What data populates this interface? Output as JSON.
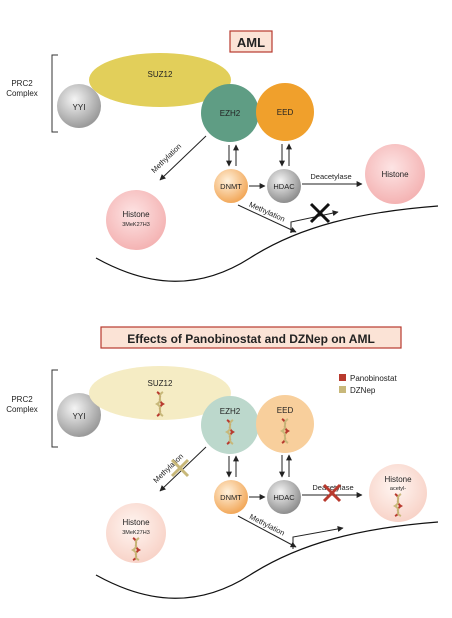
{
  "panel_top": {
    "title": "AML",
    "bracket_label_line1": "PRC2",
    "bracket_label_line2": "Complex",
    "suz12": "SUZ12",
    "yyi": "YYI",
    "ezh2": "EZH2",
    "eed": "EED",
    "dnmt": "DNMT",
    "hdac": "HDAC",
    "histone_right": "Histone",
    "histone_left": "Histone",
    "histone_left_sub": "3MeK27H3",
    "arrow_methylation_diag": "Methylation",
    "arrow_methylation_low": "Methylation",
    "arrow_deacetylase": "Deacetylase"
  },
  "panel_bottom": {
    "title": "Effects of Panobinostat and DZNep on AML",
    "bracket_label_line1": "PRC2",
    "bracket_label_line2": "Complex",
    "suz12": "SUZ12",
    "yyi": "YYI",
    "ezh2": "EZH2",
    "eed": "EED",
    "dnmt": "DNMT",
    "hdac": "HDAC",
    "histone_right": "Histone",
    "histone_right_sub": "acetyl-",
    "histone_left": "Histone",
    "histone_left_sub": "3MeK27H3",
    "arrow_methylation_diag": "Methylation",
    "arrow_methylation_low": "Methylation",
    "arrow_deacetylase": "Deacetylase",
    "legend": [
      {
        "label": "Panobinostat",
        "color": "#b83a2e"
      },
      {
        "label": "DZNep",
        "color": "#c8b87a"
      }
    ]
  },
  "colors": {
    "suz12": "#e2cf5a",
    "ezh2": "#5f9d84",
    "eed": "#f0a02c",
    "title_bg": "#fbe3d6",
    "title_border": "#b83a2e",
    "inhibit_x": "#b83a2e",
    "dznep_x": "#c8b87a"
  }
}
